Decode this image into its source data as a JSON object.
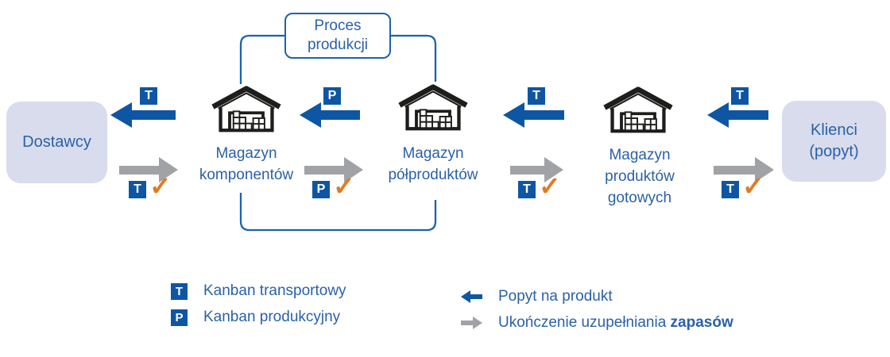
{
  "diagram": {
    "process_box": {
      "lines": [
        "Proces",
        "produkcji"
      ]
    },
    "suppliers_box": {
      "label": "Dostawcy"
    },
    "customers_box": {
      "lines": [
        "Klienci",
        "(popyt)"
      ]
    },
    "warehouses": [
      {
        "lines": [
          "Magazyn",
          "komponentów"
        ]
      },
      {
        "lines": [
          "Magazyn",
          "półproduktów"
        ]
      },
      {
        "lines": [
          "Magazyn",
          "produktów",
          "gotowych"
        ]
      }
    ],
    "demand_arrows": [
      {
        "badge": "T"
      },
      {
        "badge": "P"
      },
      {
        "badge": "T"
      },
      {
        "badge": "T"
      }
    ],
    "replenish_arrows": [
      {
        "badge": "T",
        "check": "✓"
      },
      {
        "badge": "P",
        "check": "✓"
      },
      {
        "badge": "T",
        "check": "✓"
      },
      {
        "badge": "T",
        "check": "✓"
      }
    ]
  },
  "legend": {
    "transport_badge": "T",
    "transport_label": "Kanban transportowy",
    "production_badge": "P",
    "production_label": "Kanban produkcyjny",
    "demand_label": "Popyt na produkt",
    "replenish_label_prefix": "Ukończenie uzupełniania ",
    "replenish_label_bold": "zapasów"
  },
  "colors": {
    "arrow_blue": "#0e56a3",
    "line_blue": "#1c63ad",
    "text_blue": "#2a61a8",
    "arrow_gray": "#a1a2a6",
    "check_orange": "#e27b20",
    "node_fill": "#d9dcec",
    "icon_black": "#1d1d1b"
  }
}
